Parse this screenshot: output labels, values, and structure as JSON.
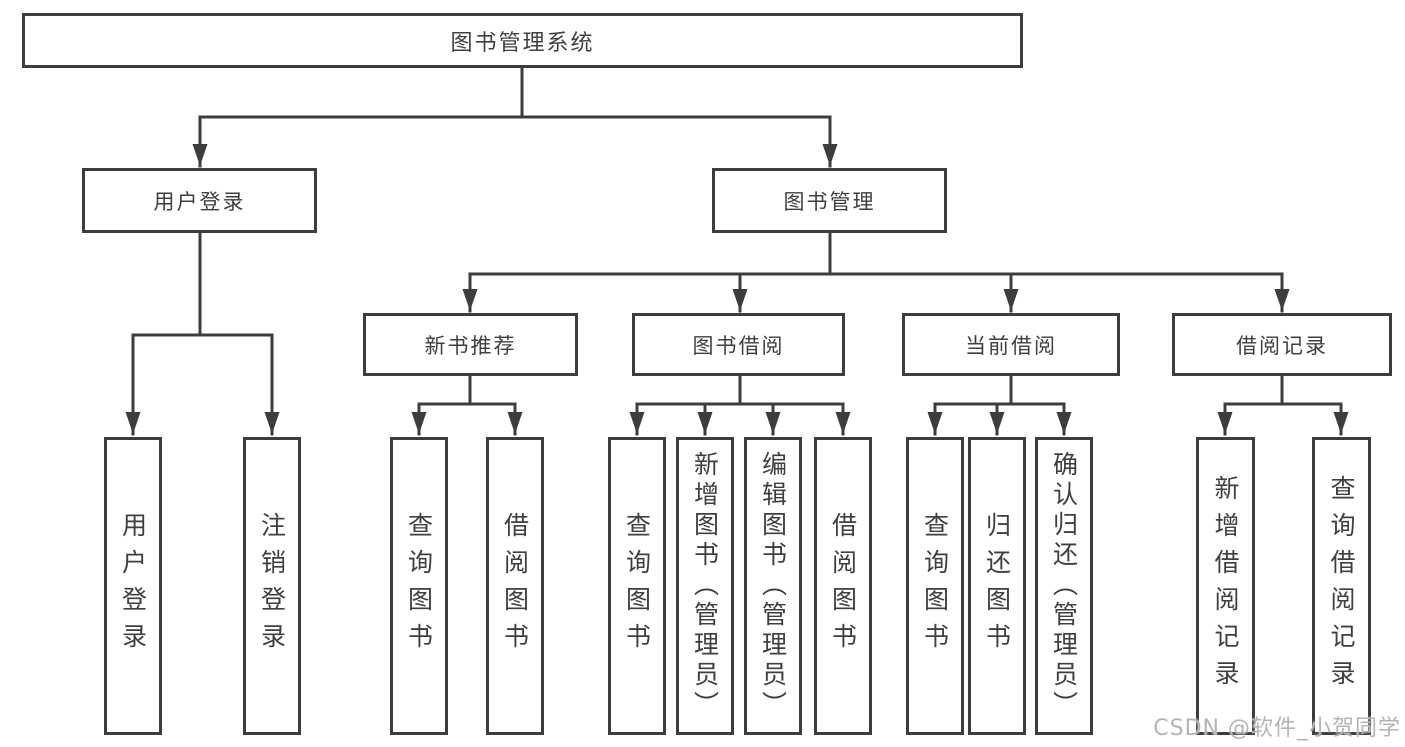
{
  "colors": {
    "line": "#3d3d3d",
    "box_border": "#3d3d3d",
    "text": "#3f3f3f",
    "background": "#ffffff",
    "watermark": "#b4b4b4"
  },
  "diagram": {
    "root": {
      "label": "图书管理系统"
    },
    "user_login": {
      "label": "用户登录",
      "children": [
        "用户登录",
        "注销登录"
      ]
    },
    "book_mgmt": {
      "label": "图书管理"
    },
    "new_book": {
      "label": "新书推荐",
      "children": [
        "查询图书",
        "借阅图书"
      ]
    },
    "book_borrow": {
      "label": "图书借阅",
      "children": [
        "查询图书",
        "新增图书（管理员）",
        "编辑图书（管理员）",
        "借阅图书"
      ]
    },
    "current_borrow": {
      "label": "当前借阅",
      "children": [
        "查询图书",
        "归还图书",
        "确认归还（管理员）"
      ]
    },
    "borrow_records": {
      "label": "借阅记录",
      "children": [
        "新增借阅记录",
        "查询借阅记录"
      ]
    }
  },
  "watermark": {
    "text": "CSDN @软件_小贺同学"
  }
}
